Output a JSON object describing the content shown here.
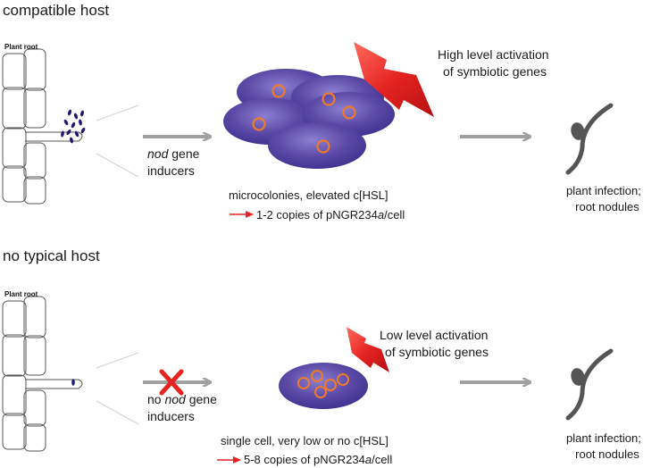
{
  "top": {
    "header": "compatible host",
    "root_label": "Plant root",
    "inducer_italic": "nod",
    "inducer_rest": " gene",
    "inducer_line2": "inducers",
    "activation_line1": "High level activation",
    "activation_line2": "of symbiotic genes",
    "colony_line1": "microcolonies, elevated c[HSL]",
    "copies_prefix": "1-2 copies of pNGR234",
    "copies_italic": "a",
    "copies_suffix": "/cell",
    "outcome_line1": "plant infection;",
    "outcome_line2": "root nodules"
  },
  "bottom": {
    "header": "no typical host",
    "root_label": "Plant root",
    "inducer_no": "no ",
    "inducer_italic": "nod",
    "inducer_rest": " gene",
    "inducer_line2": "inducers",
    "activation_line1": "Low level activation",
    "activation_line2": "of symbiotic genes",
    "colony_line1": "single cell, very low or no c[HSL]",
    "copies_prefix": "5-8 copies of pNGR234",
    "copies_italic": "a",
    "copies_suffix": "/cell",
    "outcome_line1": "plant infection;",
    "outcome_line2": "root nodules"
  },
  "colors": {
    "cell_fill": "#5b4aa6",
    "cell_edge": "#3a2d80",
    "plasmid": "#f07a2a",
    "activation": "#e52421",
    "arrow": "#a0a0a0",
    "block_x": "#e52421",
    "root_outline": "#555555"
  }
}
